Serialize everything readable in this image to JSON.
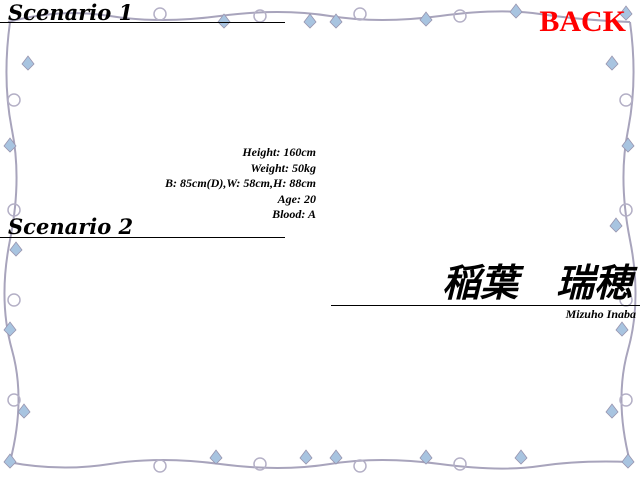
{
  "menu": {
    "scenario1_label": "Scenario 1",
    "scenario2_label": "Scenario 2",
    "back_label": "BACK"
  },
  "profile": {
    "height": "Height: 160cm",
    "weight": "Weight: 50kg",
    "measurements": "B: 85cm(D),W: 58cm,H: 88cm",
    "age": "Age: 20",
    "blood": "Blood: A",
    "name_jp": "稲葉　瑞穂",
    "name_en": "Mizuho Inaba"
  },
  "colors": {
    "back": "#ff0000",
    "frame_vine": "#a8a4bc",
    "frame_leaf": "#a8c4e0"
  }
}
